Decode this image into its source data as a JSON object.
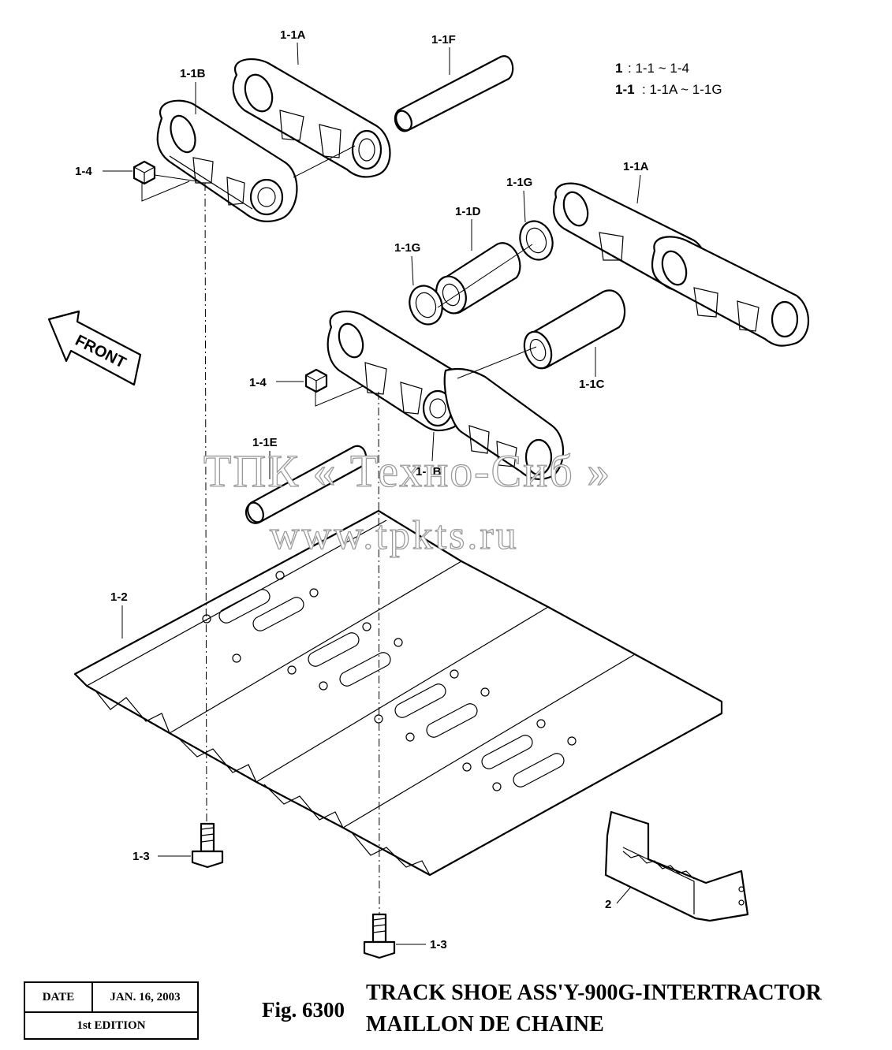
{
  "legend": [
    {
      "key": "1",
      "range": ": 1-1 ~ 1-4"
    },
    {
      "key": "1-1",
      "range": ": 1-1A ~ 1-1G"
    }
  ],
  "callouts": {
    "link_right_top": "1-1A",
    "pin_top": "1-1F",
    "link_left_top": "1-1B",
    "nut_top": "1-4",
    "link_right_lower": "1-1A",
    "seal_right": "1-1G",
    "bushing_mid": "1-1D",
    "seal_left": "1-1G",
    "bushing_right": "1-1C",
    "nut_mid": "1-4",
    "pin_bottom": "1-1E",
    "link_left_lower": "1-1B",
    "shoe": "1-2",
    "bolt_left": "1-3",
    "bolt_bottom": "1-3",
    "guard": "2"
  },
  "front_label": "FRONT",
  "watermark": {
    "line1": "ТПК « Техно-Сиб »",
    "line2": "www.tpkts.ru"
  },
  "stamp": {
    "date_label": "DATE",
    "date_value": "JAN. 16, 2003",
    "edition": "1st EDITION"
  },
  "figure": {
    "number": "Fig. 6300",
    "title_line1": "TRACK SHOE ASS'Y-900G-INTERTRACTOR",
    "title_line2": "MAILLON DE CHAINE"
  }
}
